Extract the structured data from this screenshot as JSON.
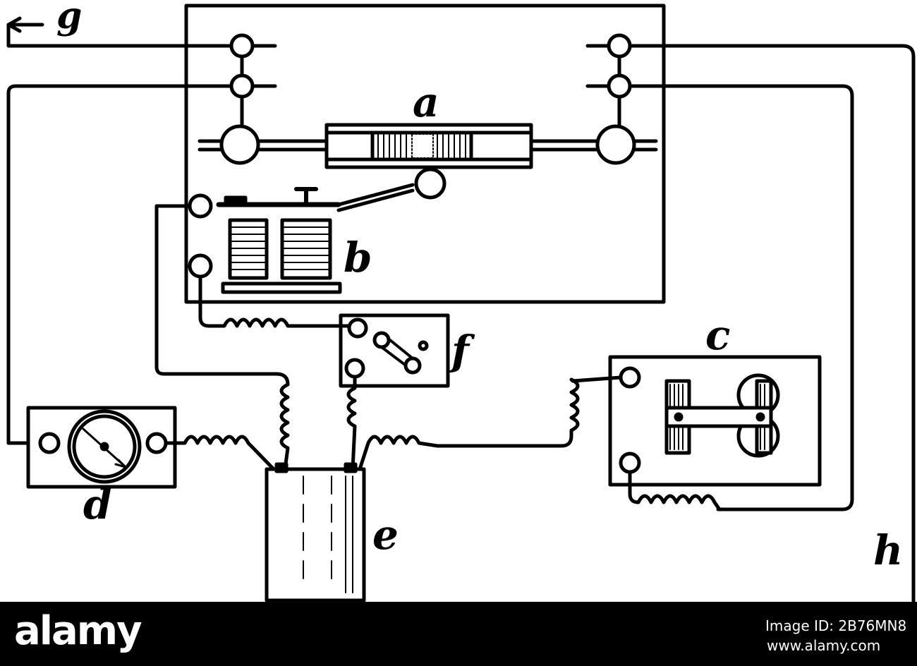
{
  "labels": {
    "a": "a",
    "b": "b",
    "c": "c",
    "d": "d",
    "e": "e",
    "f": "f",
    "g": "g",
    "h": "h"
  },
  "watermark": {
    "logo": "alamy",
    "image_id": "Image ID: 2B76MN8",
    "url": "www.alamy.com"
  },
  "colors": {
    "ink": "#000000",
    "paper": "#ffffff",
    "banner": "#000000"
  }
}
